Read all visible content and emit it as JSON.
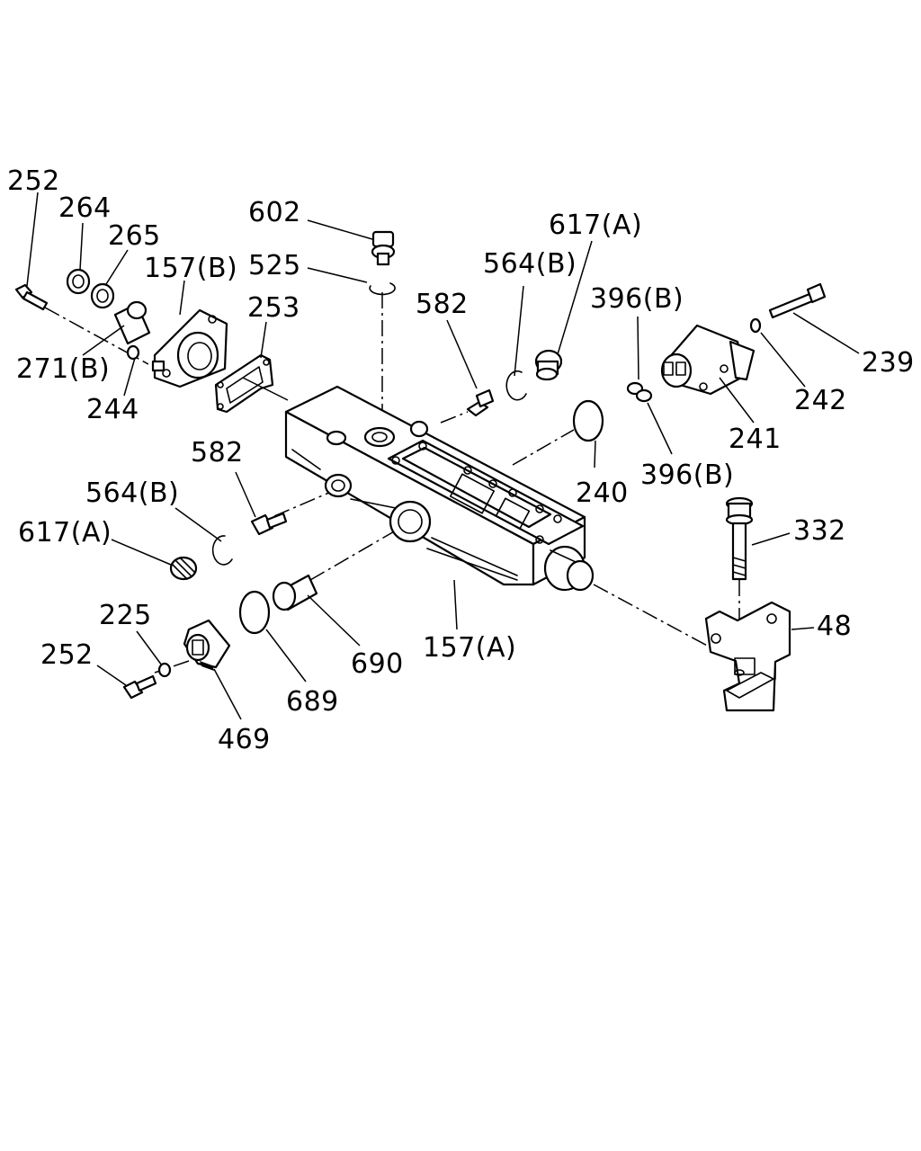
{
  "labels": {
    "l252a": "252",
    "l264": "264",
    "l265": "265",
    "l157b": "157(B)",
    "l271b": "271(B)",
    "l244": "244",
    "l253": "253",
    "l602": "602",
    "l525": "525",
    "l582a": "582",
    "l564ba": "564(B)",
    "l617aa": "617(A)",
    "l396ba": "396(B)",
    "l239": "239",
    "l242": "242",
    "l241": "241",
    "l396bb": "396(B)",
    "l240": "240",
    "l582b": "582",
    "l564bb": "564(B)",
    "l617ab": "617(A)",
    "l332": "332",
    "l48": "48",
    "l225": "225",
    "l252b": "252",
    "l469": "469",
    "l689": "689",
    "l690": "690",
    "l157a": "157(A)"
  }
}
